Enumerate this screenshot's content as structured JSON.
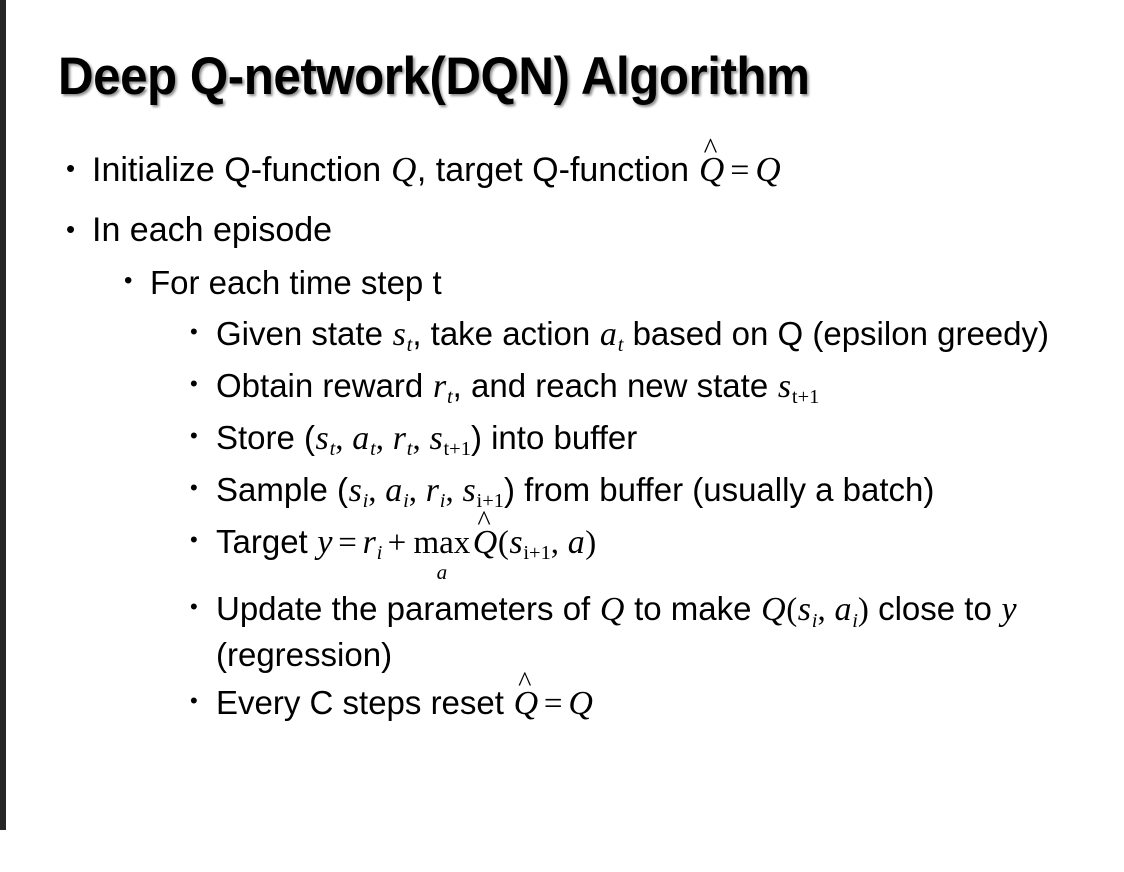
{
  "slide": {
    "title": "Deep Q-network(DQN) Algorithm",
    "background_color": "#ffffff",
    "text_color": "#000000",
    "edge_stripe_color": "#262626"
  },
  "bullets": {
    "initialize": {
      "text_1": "Initialize Q-function ",
      "var_q1": "Q",
      "text_2": ", target Q-function ",
      "var_qhat": "Q",
      "hat": "^",
      "equals": "=",
      "var_q2": "Q"
    },
    "in_each_episode": "In each episode",
    "for_each_time_step": "For each time step t",
    "given_state": {
      "text_1": "Given state ",
      "var_s": "s",
      "sub_s": "t",
      "text_2": ", take action ",
      "var_a": "a",
      "sub_a": "t",
      "text_3": " based on Q (epsilon greedy)"
    },
    "obtain_reward": {
      "text_1": "Obtain reward ",
      "var_r": "r",
      "sub_r": "t",
      "text_2": ", and reach new state ",
      "var_s": "s",
      "sub_s": "t+1"
    },
    "store": {
      "text_1": "Store (",
      "var_s1": "s",
      "sub_s1": "t",
      "sep_1": ", ",
      "var_a": "a",
      "sub_a": "t",
      "sep_2": ", ",
      "var_r": "r",
      "sub_r": "t",
      "sep_3": ", ",
      "var_s2": "s",
      "sub_s2": "t+1",
      "text_2": ") into buffer"
    },
    "sample": {
      "text_1": "Sample (",
      "var_s1": "s",
      "sub_s1": "i",
      "sep_1": ", ",
      "var_a": "a",
      "sub_a": "i",
      "sep_2": ", ",
      "var_r": "r",
      "sub_r": "i",
      "sep_3": ", ",
      "var_s2": "s",
      "sub_s2": "i+1",
      "text_2": ") from buffer (usually a batch)"
    },
    "target": {
      "text_1": "Target ",
      "var_y": "y",
      "equals": "=",
      "var_r": "r",
      "sub_r": "i",
      "plus": "+",
      "op": "max",
      "op_under": "a",
      "var_qhat": "Q",
      "hat": "^",
      "paren_open": "(",
      "var_s": "s",
      "sub_s": "i+1",
      "sep": ", ",
      "var_a": "a",
      "paren_close": ")"
    },
    "update": {
      "text_1": "Update the parameters of ",
      "var_q1": "Q",
      "text_2": " to make ",
      "var_q2": "Q",
      "paren_open": "(",
      "var_s": "s",
      "sub_s": "i",
      "sep": ", ",
      "var_a": "a",
      "sub_a": "i",
      "paren_close": ")",
      "text_3": " close to ",
      "var_y": "y",
      "text_4": " (regression)"
    },
    "reset": {
      "text_1": "Every C steps reset ",
      "var_qhat": "Q",
      "hat": "^",
      "equals": "=",
      "var_q": "Q"
    }
  }
}
